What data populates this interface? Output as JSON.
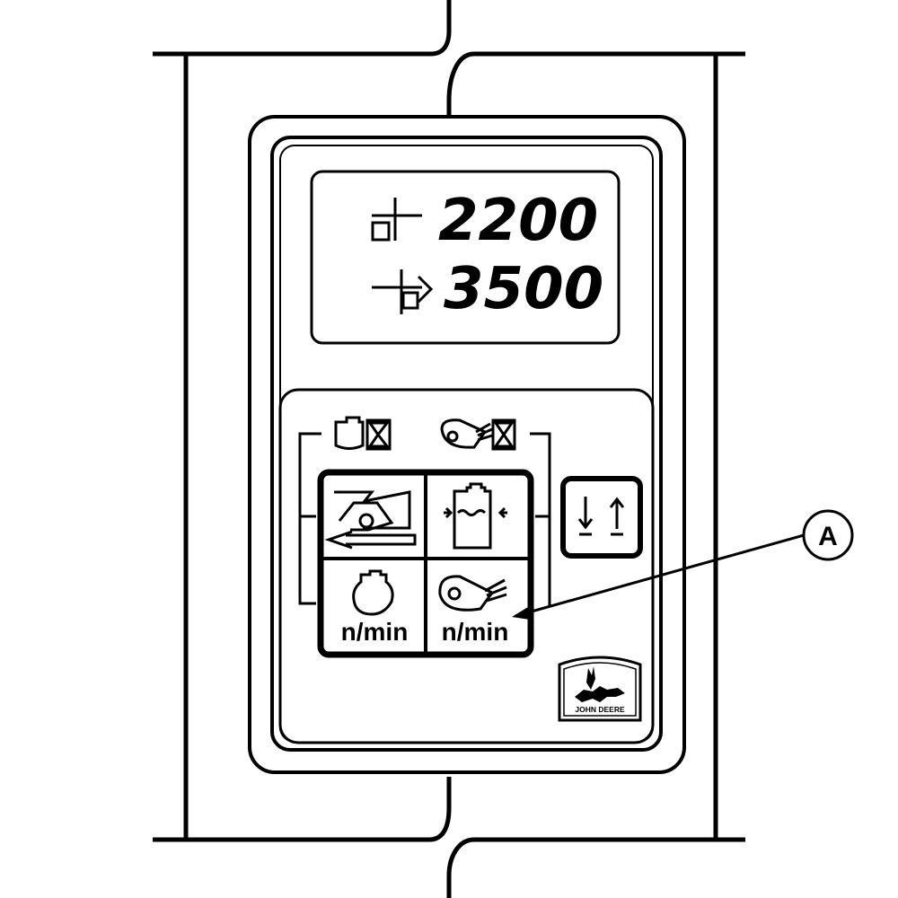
{
  "display": {
    "row1": {
      "icon": "target-speed-icon",
      "value": "2200"
    },
    "row2": {
      "icon": "speed-arrow-icon",
      "value": "3500"
    }
  },
  "keypad": {
    "top_icons": [
      "engine-hourglass-icon",
      "fan-hourglass-icon"
    ],
    "buttons": [
      {
        "id": "ground-speed",
        "icon": "combine-harvester-icon"
      },
      {
        "id": "grain-tank",
        "icon": "grain-tank-icon"
      },
      {
        "id": "engine-rpm",
        "icon": "engine-icon",
        "label": "n/min"
      },
      {
        "id": "fan-rpm",
        "icon": "cleaning-fan-icon",
        "label": "n/min"
      }
    ],
    "side_button": {
      "id": "up-down",
      "icon": "up-down-arrows-icon"
    }
  },
  "logo": {
    "text": "JOHN DEERE",
    "icon": "deer-icon"
  },
  "callout": {
    "label": "A"
  }
}
